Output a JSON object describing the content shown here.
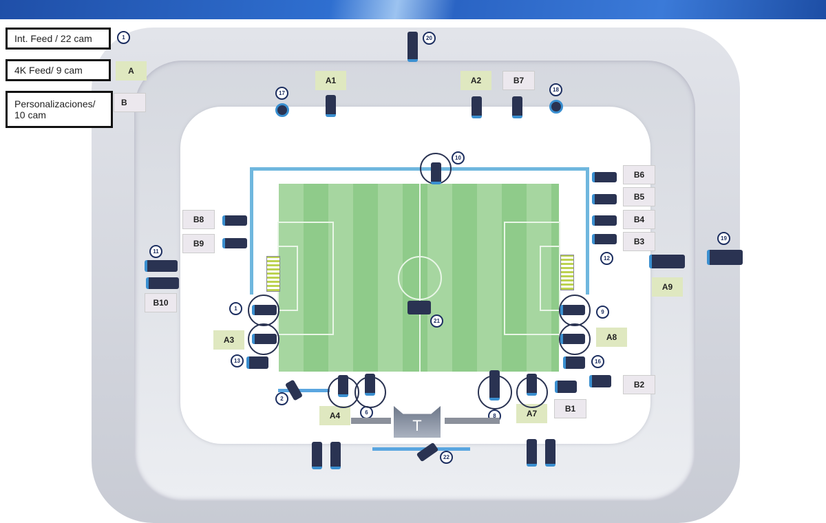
{
  "legend": [
    {
      "label": "Int. Feed /  22 cam",
      "marker": "1"
    },
    {
      "label": "4K Feed/    9 cam",
      "marker": "A"
    },
    {
      "label": "Personalizaciones/ 10 cam",
      "marker": "B"
    }
  ],
  "zones": {
    "A1": "A1",
    "A2": "A2",
    "A3": "A3",
    "A4": "A4",
    "A7": "A7",
    "A8": "A8",
    "A9": "A9",
    "B1": "B1",
    "B2": "B2",
    "B3": "B3",
    "B4": "B4",
    "B5": "B5",
    "B6": "B6",
    "B7": "B7",
    "B8": "B8",
    "B9": "B9",
    "B10": "B10"
  },
  "cameras": [
    "1",
    "2",
    "6",
    "8",
    "9",
    "10",
    "11",
    "12",
    "13",
    "16",
    "17",
    "18",
    "19",
    "20",
    "21",
    "22"
  ],
  "tunnel_label": "T",
  "colors": {
    "field_light": "#a6d6a0",
    "field_dark": "#8fcb8a",
    "zone_a": "#dfe8c0",
    "zone_b": "#ece8ee",
    "camera": "#2a3352",
    "rail": "#5aa6e0"
  }
}
